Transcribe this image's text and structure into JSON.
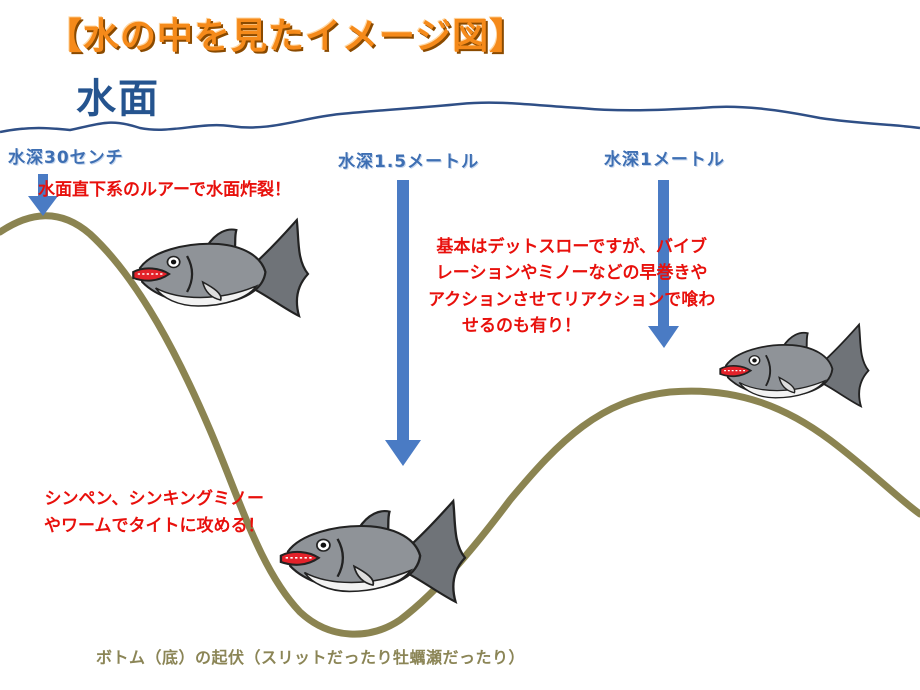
{
  "title": "【水の中を見たイメージ図】",
  "surface_label": "水面",
  "depths": {
    "d30cm": "水深30センチ",
    "d15m": "水深1.5メートル",
    "d1m": "水深1メートル"
  },
  "notes": {
    "topwater": "水面直下系のルアーで水面炸裂！",
    "deadslow": [
      "基本はデットスローですが、バイブ",
      "レーションやミノーなどの早巻きや",
      "アクションさせてリアクションで喰わ",
      "せるのも有り！"
    ],
    "sinking": [
      "シンペン、シンキングミノー",
      "やワームでタイトに攻める！"
    ]
  },
  "bottom_label": "ボトム（底）の起伏（スリットだったり牡蠣瀬だったり）",
  "colors": {
    "title": "#f58a1a",
    "surface": "#25548f",
    "water_line": "#2f4f86",
    "bottom_line": "#8b8451",
    "arrow": "#4a7bc4",
    "note": "#e8100c",
    "fish_body": "#8f9398"
  }
}
